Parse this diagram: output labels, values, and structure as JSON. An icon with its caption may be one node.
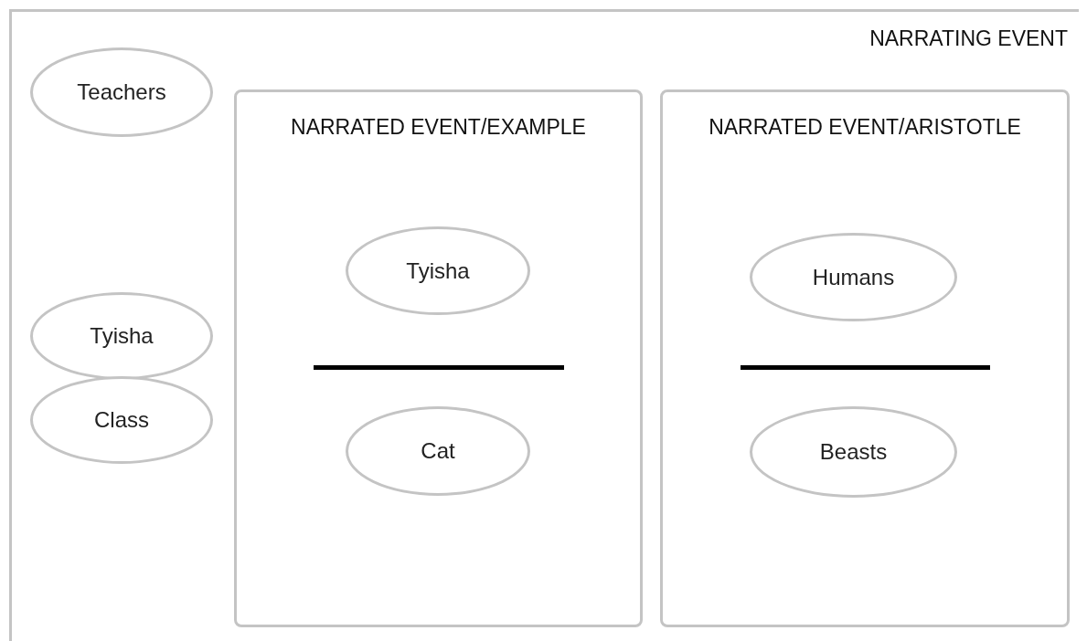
{
  "diagram": {
    "nodes": [
      {
        "text": [
          "NARRATING EVENT"
        ]
      },
      {
        "text": [
          "Teachers"
        ],
        "in": 0
      },
      {
        "text": [
          "Tyisha"
        ],
        "in": 0
      },
      {
        "text": [
          "Class"
        ],
        "in": 0
      },
      {
        "text": [
          "NARRATED EVENT/EXAMPLE"
        ],
        "in": 0
      },
      {
        "text": [
          "Tyisha"
        ],
        "in": 4
      },
      {
        "text": [
          "Cat"
        ],
        "in": 4
      },
      {
        "text": [
          "NARRATED EVENT/ARISTOTLE"
        ],
        "in": 0
      },
      {
        "text": [
          "Humans"
        ],
        "in": 7
      },
      {
        "text": [
          "Beasts"
        ],
        "in": 7
      }
    ],
    "edges": []
  }
}
